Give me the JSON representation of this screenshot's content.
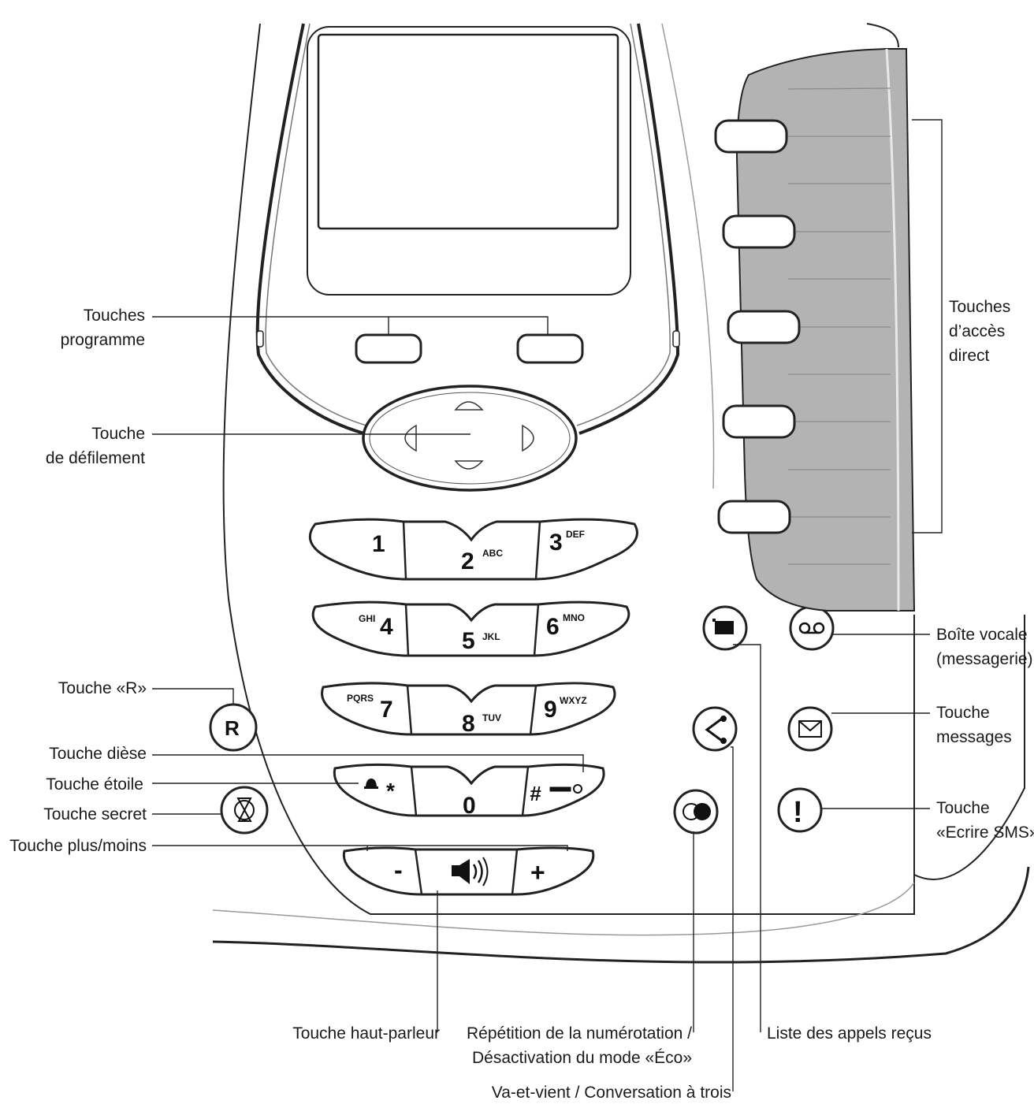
{
  "keypad": {
    "k1": {
      "digit": "1",
      "letters": ""
    },
    "k2": {
      "digit": "2",
      "letters": "ABC"
    },
    "k3": {
      "digit": "3",
      "letters": "DEF"
    },
    "k4": {
      "digit": "4",
      "letters": "GHI"
    },
    "k5": {
      "digit": "5",
      "letters": "JKL"
    },
    "k6": {
      "digit": "6",
      "letters": "MNO"
    },
    "k7": {
      "digit": "7",
      "letters": "PQRS"
    },
    "k8": {
      "digit": "8",
      "letters": "TUV"
    },
    "k9": {
      "digit": "9",
      "letters": "WXYZ"
    },
    "k0": {
      "digit": "0"
    },
    "star": "*",
    "hash": "#",
    "minus": "-",
    "plus": "+",
    "r_key": "R",
    "sms_key": "!"
  },
  "labels": {
    "programme": [
      "Touches",
      "programme"
    ],
    "defilement": [
      "Touche",
      "de défilement"
    ],
    "r": "Touche «R»",
    "diese": "Touche dièse",
    "etoile": "Touche étoile",
    "secret": "Touche secret",
    "plusmoins": "Touche plus/moins",
    "acces": [
      "Touches",
      "d’accès",
      "direct"
    ],
    "boite": [
      "Boîte vocale",
      "(messagerie)"
    ],
    "messages": [
      "Touche",
      "messages"
    ],
    "sms": [
      "Touche",
      "«Ecrire SMS»"
    ],
    "hautparleur": "Touche haut-parleur",
    "repetition": [
      "Répétition de la numérotation /",
      "Désactivation du mode «Éco»"
    ],
    "liste": "Liste des appels reçus",
    "vaetvient": "Va-et-vient / Conversation à trois"
  },
  "icons": {
    "nav": "scroll-arrows-icon",
    "speaker": "speaker-icon",
    "voicemail": "voicemail-icon",
    "message": "envelope-icon",
    "calllist": "call-list-icon",
    "transfer": "transfer-icon",
    "redial": "redial-icon",
    "mute": "mute-icon",
    "bell": "bell-icon",
    "key": "key-icon"
  }
}
